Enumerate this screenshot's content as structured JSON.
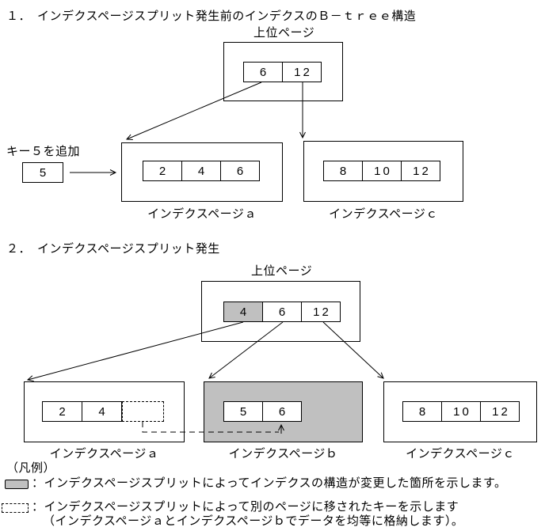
{
  "colors": {
    "highlight_gray": "#c0c0c0",
    "line": "#000000",
    "background": "#ffffff"
  },
  "section1": {
    "heading": "１．　インデクスページスプリット発生前のインデクスのＢ－ｔｒｅｅ構造",
    "top_page": {
      "label": "上位ページ",
      "cells": [
        "6",
        "12"
      ]
    },
    "key_insert": {
      "label": "キー５を追加",
      "value": "5"
    },
    "page_a": {
      "label": "インデクスページａ",
      "cells": [
        "2",
        "4",
        "6"
      ]
    },
    "page_c": {
      "label": "インデクスページｃ",
      "cells": [
        "8",
        "10",
        "12"
      ]
    }
  },
  "section2": {
    "heading": "２．　インデクスページスプリット発生",
    "top_page": {
      "label": "上位ページ",
      "cells": [
        "4",
        "6",
        "12"
      ],
      "highlighted_cell": "4"
    },
    "page_a": {
      "label": "インデクスページａ",
      "cells": [
        "2",
        "4"
      ],
      "moved_key_slot": "dashed-empty"
    },
    "page_b": {
      "label": "インデクスページｂ",
      "cells": [
        "5",
        "6"
      ],
      "highlighted": true
    },
    "page_c": {
      "label": "インデクスページｃ",
      "cells": [
        "8",
        "10",
        "12"
      ]
    }
  },
  "legend": {
    "title": "（凡例）",
    "gray_item": {
      "text": "：インデクスページスプリットによってインデクスの構造が変更した箇所を示します。"
    },
    "dashed_item": {
      "text": "：インデクスページスプリットによって別のページに移されたキーを示します",
      "subtext": "（インデクスページａとインデクスページｂでデータを均等に格納します）。"
    }
  }
}
